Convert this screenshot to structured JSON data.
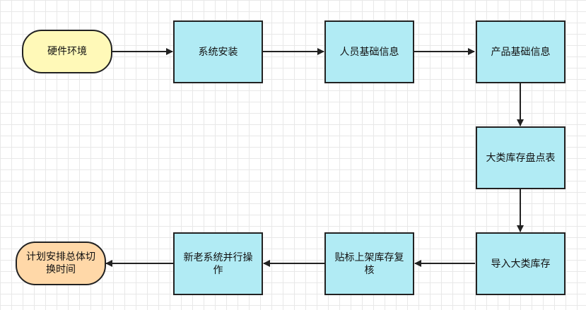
{
  "colors": {
    "process_fill": "#b1ebf4",
    "start_fill": "#fff9b8",
    "end_fill": "#ffd8a8",
    "stroke": "#222222"
  },
  "nodes": {
    "hardware": "硬件环境",
    "system_install": "系统安装",
    "personnel_info": "人员基础信息",
    "product_info": "产品基础信息",
    "inventory_sheet": "大类库存盘点表",
    "import_inventory": "导入大类库存",
    "label_shelf": "贴标上架库存复核",
    "parallel_run": "新老系统并行操作",
    "schedule": "计划安排总体切换时间"
  }
}
